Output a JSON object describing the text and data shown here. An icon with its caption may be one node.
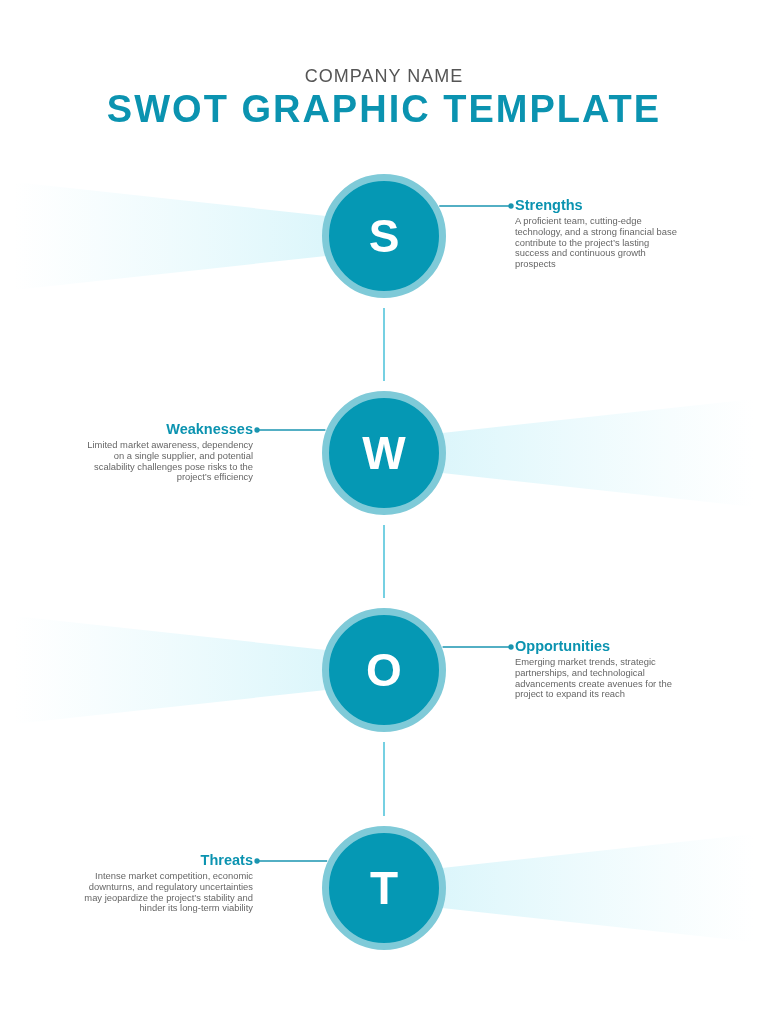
{
  "diagram": {
    "title": "SWOT GRAPHIC TEMPLATE",
    "nodes": [
      {
        "text": [],
        "shape": "beam"
      },
      {
        "text": [
          "S"
        ]
      },
      {
        "text": [
          "Strengths",
          "A proficient team, cutting-edge technology, and a strong financial base contribute to the project’s lasting success and continuous growth prospects"
        ]
      },
      {
        "text": [
          "Weaknesses",
          "Limited market awareness, dependency on a single supplier, and potential scalability challenges pose risks to the project’s efficiency"
        ]
      },
      {
        "text": [
          "W"
        ]
      },
      {
        "text": [],
        "shape": "beam"
      },
      {
        "text": [],
        "shape": "beam"
      },
      {
        "text": [
          "O"
        ]
      },
      {
        "text": [
          "Opportunities",
          "Emerging market trends, strategic partnerships, and technological advancements create avenues for the project to expand its reach"
        ]
      },
      {
        "text": [
          "Threats",
          "Intense market competition, economic downturns, and regulatory uncertainties may jeopardize the project’s stability and hinder its long-term viability"
        ]
      },
      {
        "text": [
          "T"
        ]
      },
      {
        "text": [],
        "shape": "beam"
      }
    ],
    "edges": [
      {
        "from": 1,
        "to": 2,
        "arrow": "other"
      },
      {
        "from": 1,
        "to": 4,
        "arrow": "none",
        "color": "#3cbcd6"
      },
      {
        "from": 4,
        "to": 3,
        "arrow": "other"
      },
      {
        "from": 4,
        "to": 7,
        "arrow": "none",
        "color": "#3cbcd6"
      },
      {
        "from": 7,
        "to": 8,
        "arrow": "other"
      },
      {
        "from": 7,
        "to": 10,
        "arrow": "none",
        "color": "#3cbcd6"
      },
      {
        "from": 10,
        "to": 9,
        "arrow": "other"
      }
    ],
    "labels": [
      "COMPANY NAME"
    ]
  }
}
